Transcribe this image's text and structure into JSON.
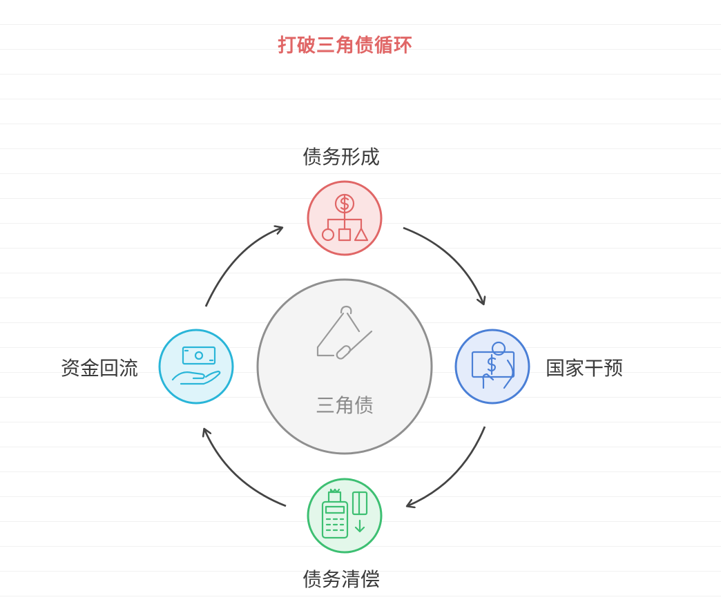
{
  "title": "打破三角债循环",
  "center": {
    "label": "三角债",
    "icon": "triangle-instrument-icon"
  },
  "nodes": [
    {
      "id": "top",
      "label": "债务形成",
      "icon": "org-structure-dollar-icon",
      "color": "#e06666",
      "fill": "#fbe4e4"
    },
    {
      "id": "right",
      "label": "国家干预",
      "icon": "cash-in-hand-icon",
      "color": "#4a7fd6",
      "fill": "#e4ecfb"
    },
    {
      "id": "bottom",
      "label": "债务清偿",
      "icon": "payment-terminal-icon",
      "color": "#3dbf72",
      "fill": "#e3f7ea"
    },
    {
      "id": "left",
      "label": "资金回流",
      "icon": "money-on-hand-icon",
      "color": "#29b5d8",
      "fill": "#def4fa"
    }
  ],
  "arrows": [
    "left-to-top",
    "top-to-right",
    "right-to-bottom",
    "bottom-to-left"
  ]
}
